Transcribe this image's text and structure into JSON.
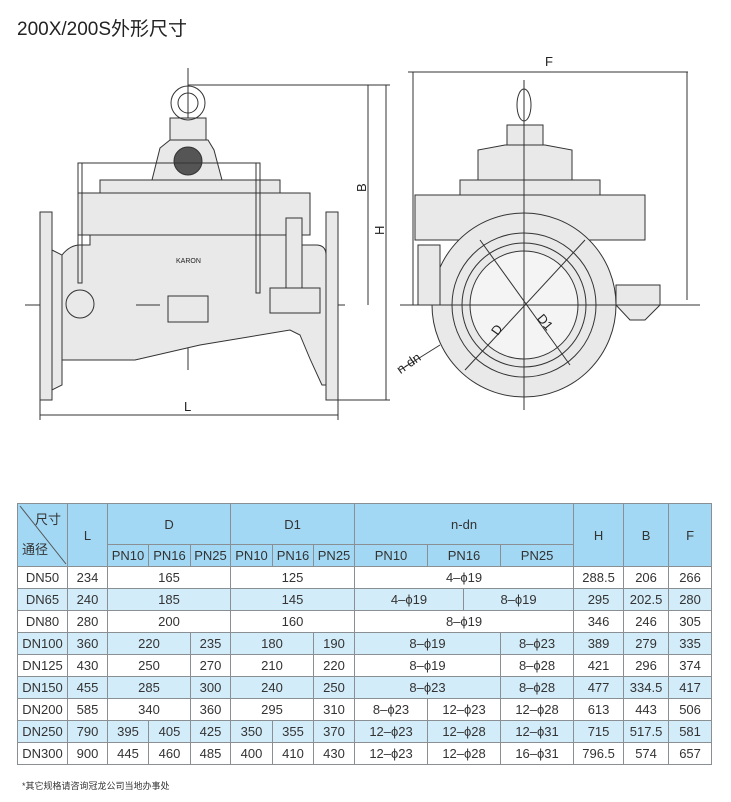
{
  "title": "200X/200S外形尺寸",
  "drawing": {
    "labels": {
      "B": "B",
      "H": "H",
      "L": "L",
      "F": "F",
      "D": "D",
      "D1": "D1",
      "ndn": "n-dn",
      "brand": "KARON"
    }
  },
  "table": {
    "corner_top": "尺寸",
    "corner_bottom": "通径",
    "headers": {
      "L": "L",
      "D": "D",
      "D1": "D1",
      "ndn": "n-dn",
      "H": "H",
      "B": "B",
      "F": "F"
    },
    "pn": [
      "PN10",
      "PN16",
      "PN25"
    ],
    "rows": [
      {
        "dn": "DN50",
        "cells": [
          [
            "234",
            1
          ],
          [
            "165",
            3
          ],
          [
            "125",
            3
          ],
          [
            "4–ϕ19",
            6
          ],
          [
            "288.5",
            1
          ],
          [
            "206",
            1
          ],
          [
            "266",
            1
          ]
        ]
      },
      {
        "dn": "DN65",
        "cells": [
          [
            "240",
            1
          ],
          [
            "185",
            3
          ],
          [
            "145",
            3
          ],
          [
            "4–ϕ19",
            3
          ],
          [
            "8–ϕ19",
            3
          ],
          [
            "295",
            1
          ],
          [
            "202.5",
            1
          ],
          [
            "280",
            1
          ]
        ]
      },
      {
        "dn": "DN80",
        "cells": [
          [
            "280",
            1
          ],
          [
            "200",
            3
          ],
          [
            "160",
            3
          ],
          [
            "8–ϕ19",
            6
          ],
          [
            "346",
            1
          ],
          [
            "246",
            1
          ],
          [
            "305",
            1
          ]
        ]
      },
      {
        "dn": "DN100",
        "cells": [
          [
            "360",
            1
          ],
          [
            "220",
            2
          ],
          [
            "235",
            1
          ],
          [
            "180",
            2
          ],
          [
            "190",
            1
          ],
          [
            "8–ϕ19",
            4
          ],
          [
            "8–ϕ23",
            2
          ],
          [
            "389",
            1
          ],
          [
            "279",
            1
          ],
          [
            "335",
            1
          ]
        ]
      },
      {
        "dn": "DN125",
        "cells": [
          [
            "430",
            1
          ],
          [
            "250",
            2
          ],
          [
            "270",
            1
          ],
          [
            "210",
            2
          ],
          [
            "220",
            1
          ],
          [
            "8–ϕ19",
            4
          ],
          [
            "8–ϕ28",
            2
          ],
          [
            "421",
            1
          ],
          [
            "296",
            1
          ],
          [
            "374",
            1
          ]
        ]
      },
      {
        "dn": "DN150",
        "cells": [
          [
            "455",
            1
          ],
          [
            "285",
            2
          ],
          [
            "300",
            1
          ],
          [
            "240",
            2
          ],
          [
            "250",
            1
          ],
          [
            "8–ϕ23",
            4
          ],
          [
            "8–ϕ28",
            2
          ],
          [
            "477",
            1
          ],
          [
            "334.5",
            1
          ],
          [
            "417",
            1
          ]
        ]
      },
      {
        "dn": "DN200",
        "cells": [
          [
            "585",
            1
          ],
          [
            "340",
            2
          ],
          [
            "360",
            1
          ],
          [
            "295",
            2
          ],
          [
            "310",
            1
          ],
          [
            "8–ϕ23",
            2
          ],
          [
            "12–ϕ23",
            2
          ],
          [
            "12–ϕ28",
            2
          ],
          [
            "613",
            1
          ],
          [
            "443",
            1
          ],
          [
            "506",
            1
          ]
        ]
      },
      {
        "dn": "DN250",
        "cells": [
          [
            "790",
            1
          ],
          [
            "395",
            1
          ],
          [
            "405",
            1
          ],
          [
            "425",
            1
          ],
          [
            "350",
            1
          ],
          [
            "355",
            1
          ],
          [
            "370",
            1
          ],
          [
            "12–ϕ23",
            2
          ],
          [
            "12–ϕ28",
            2
          ],
          [
            "12–ϕ31",
            2
          ],
          [
            "715",
            1
          ],
          [
            "517.5",
            1
          ],
          [
            "581",
            1
          ]
        ]
      },
      {
        "dn": "DN300",
        "cells": [
          [
            "900",
            1
          ],
          [
            "445",
            1
          ],
          [
            "460",
            1
          ],
          [
            "485",
            1
          ],
          [
            "400",
            1
          ],
          [
            "410",
            1
          ],
          [
            "430",
            1
          ],
          [
            "12–ϕ23",
            2
          ],
          [
            "12–ϕ28",
            2
          ],
          [
            "16–ϕ31",
            2
          ],
          [
            "796.5",
            1
          ],
          [
            "574",
            1
          ],
          [
            "657",
            1
          ]
        ]
      }
    ]
  },
  "note": "*其它规格请咨询冠龙公司当地办事处"
}
